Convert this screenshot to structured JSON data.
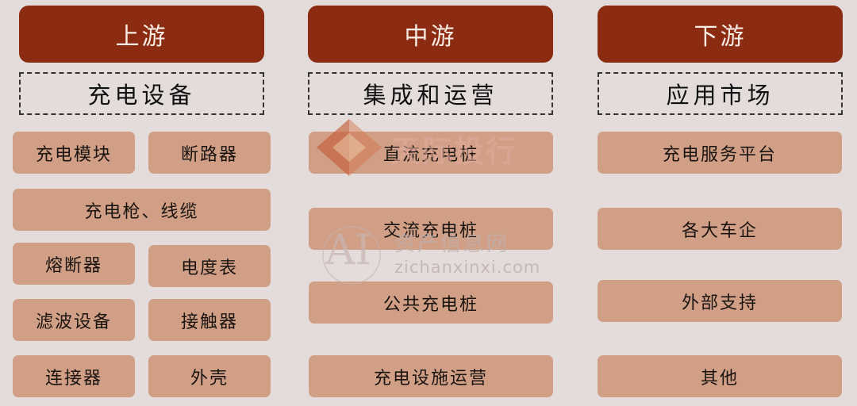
{
  "columns": {
    "upstream": {
      "title": "上游",
      "category": "充电设备",
      "items": [
        "充电模块",
        "断路器",
        "充电枪、线缆",
        "熔断器",
        "电度表",
        "滤波设备",
        "接触器",
        "连接器",
        "外壳"
      ]
    },
    "midstream": {
      "title": "中游",
      "category": "集成和运营",
      "items": [
        "直流充电桩",
        "交流充电桩",
        "公共充电桩",
        "充电设施运营"
      ]
    },
    "downstream": {
      "title": "下游",
      "category": "应用市场",
      "items": [
        "充电服务平台",
        "各大车企",
        "外部支持",
        "其他"
      ]
    }
  },
  "watermarks": {
    "top_brand": "天际投行",
    "ai_mark": "AI",
    "cn_site": "资产信息网",
    "url": "zichanxinxi.com"
  },
  "colors": {
    "background": "#e3dcdb",
    "header": "#8b2b12",
    "item_box": "#d19f86",
    "category_border": "#333333"
  }
}
